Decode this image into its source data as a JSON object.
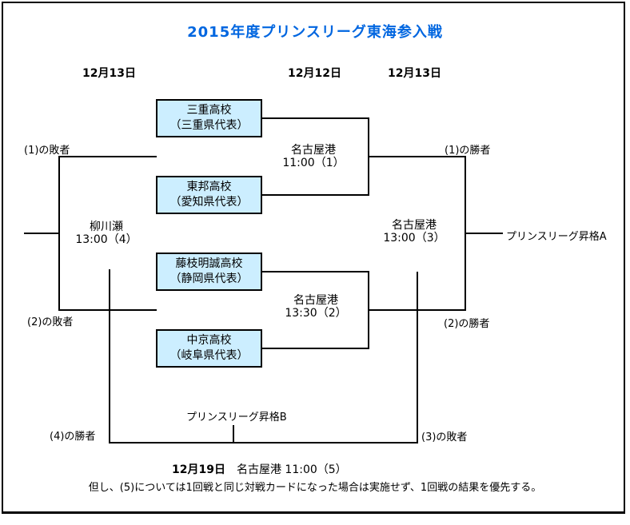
{
  "title": "2015年度プリンスリーグ東海参入戦",
  "date_headers": {
    "left": "12月13日",
    "middle": "12月12日",
    "right": "12月13日"
  },
  "teams": [
    {
      "name": "三重高校",
      "pref": "（三重県代表）"
    },
    {
      "name": "東邦高校",
      "pref": "（愛知県代表）"
    },
    {
      "name": "藤枝明誠高校",
      "pref": "（静岡県代表）"
    },
    {
      "name": "中京高校",
      "pref": "（岐阜県代表）"
    }
  ],
  "match_labels": [
    {
      "venue": "名古屋港",
      "time": "11:00（1）"
    },
    {
      "venue": "名古屋港",
      "time": "13:30（2）"
    },
    {
      "venue": "名古屋港",
      "time": "13:00（3）"
    },
    {
      "venue": "柳川瀬",
      "time": "13:00（4）"
    }
  ],
  "route_labels": {
    "loser1": "(1)の敗者",
    "loser2": "(2)の敗者",
    "winner1": "(1)の勝者",
    "winner2": "(2)の勝者",
    "winner4": "(4)の勝者",
    "loser3": "(3)の敗者",
    "promotion_a": "プリンスリーグ昇格A",
    "promotion_b": "プリンスリーグ昇格B"
  },
  "final_match": {
    "date": "12月19日",
    "venue_time": "名古屋港 11:00（5）"
  },
  "note": "但し、(5)については1回戦と同じ対戦カードになった場合は実施せず、1回戦の結果を優先する。",
  "colors": {
    "title_color": "#0066e0",
    "box_fill": "#cceeff",
    "line_color": "#000000"
  }
}
